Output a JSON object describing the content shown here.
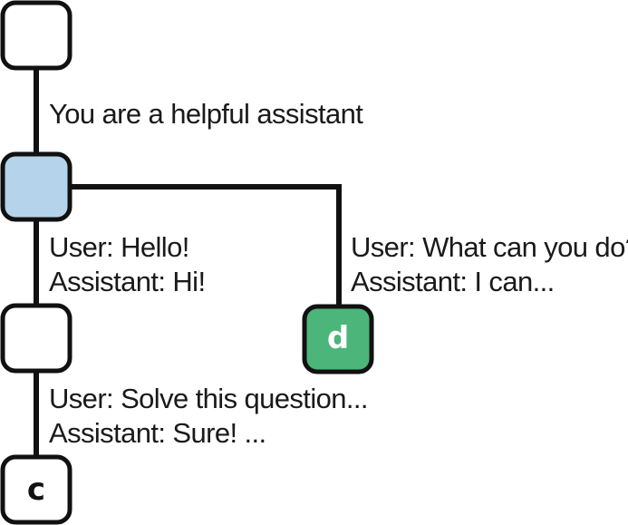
{
  "diagram": {
    "nodes": {
      "root": {
        "letter": ""
      },
      "system": {
        "letter": "",
        "fill": "#b5d3ea"
      },
      "turn1": {
        "letter": ""
      },
      "branch": {
        "letter": "d",
        "fill": "#4cb579"
      },
      "leaf": {
        "letter": "c"
      }
    },
    "labels": {
      "system_prompt": "You are a helpful assistant",
      "turn1_user": "User: Hello!",
      "turn1_assistant": "Assistant: Hi!",
      "branch_user": "User: What can you do?",
      "branch_assistant": "Assistant: I can...",
      "turn2_user": "User: Solve this question...",
      "turn2_assistant": "Assistant: Sure! ..."
    },
    "colors": {
      "stroke": "#111111",
      "node_default_fill": "#ffffff",
      "highlight_fill": "#b5d3ea",
      "branch_fill": "#4cb579",
      "branch_text": "#ffffff"
    }
  }
}
